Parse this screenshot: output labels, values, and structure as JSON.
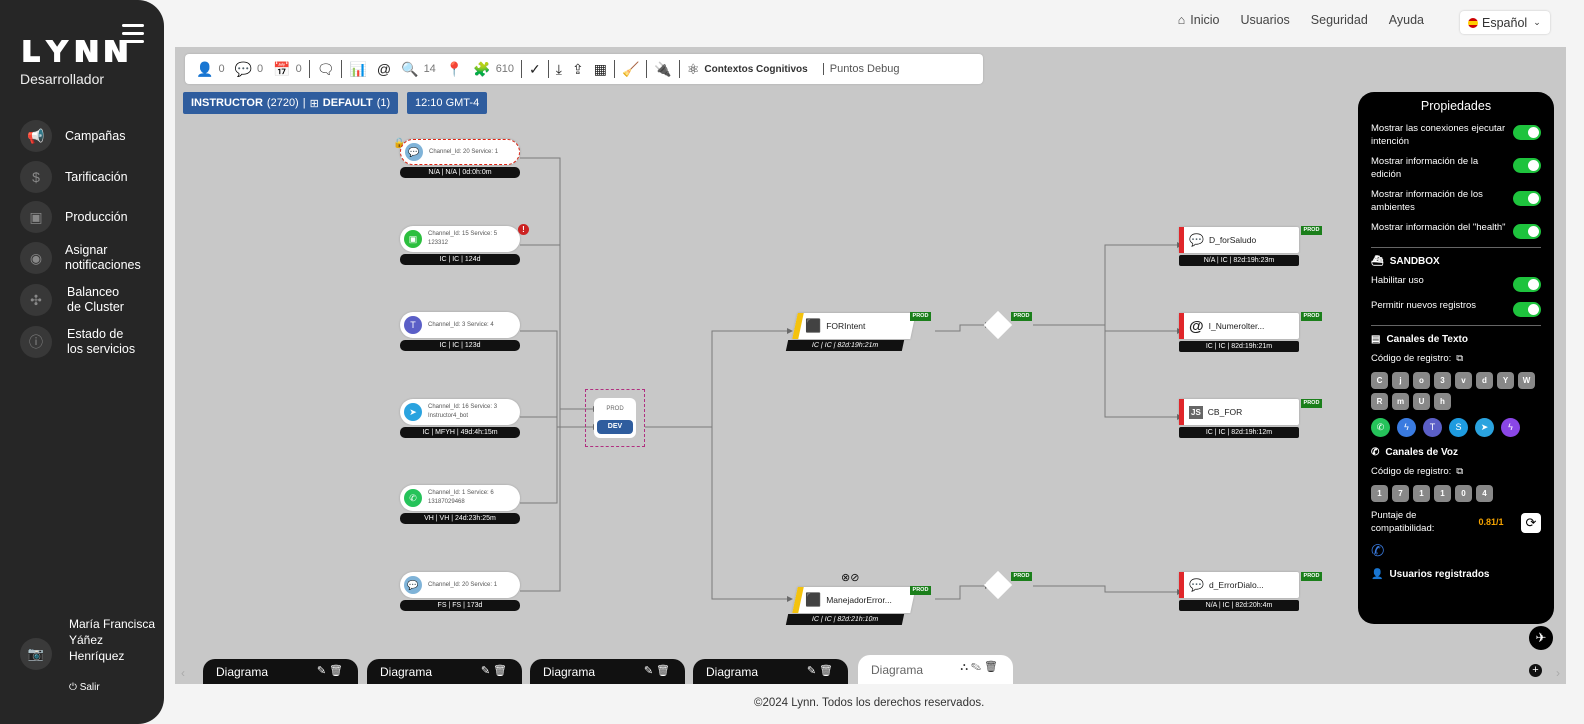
{
  "app": {
    "logo": "LYNN",
    "role": "Desarrollador"
  },
  "sidebar": {
    "items": [
      {
        "label": "Campañas",
        "icon": "megaphone-icon"
      },
      {
        "label": "Tarificación",
        "icon": "dollar-icon"
      },
      {
        "label": "Producción",
        "icon": "briefcase-icon"
      },
      {
        "label": "Asignar notificaciones",
        "icon": "bell-icon"
      },
      {
        "label": "Balanceo de Cluster",
        "icon": "cluster-icon"
      },
      {
        "label": "Estado de los servicios",
        "icon": "info-icon"
      }
    ],
    "user": {
      "name": "María Francisca Yáñez Henríquez",
      "logout": "Salir"
    }
  },
  "header": {
    "nav": [
      "Inicio",
      "Usuarios",
      "Seguridad",
      "Ayuda"
    ],
    "language": "Español"
  },
  "toolbar": {
    "users": "0",
    "messages": "0",
    "calendar": "0",
    "search": "14",
    "puzzle": "610",
    "contexts": "Contextos Cognitivos",
    "debug": "Puntos Debug"
  },
  "badges": {
    "instructor": "INSTRUCTOR",
    "instructor_id": "(2720)",
    "default": "DEFAULT",
    "default_id": "(1)",
    "time": "12:10 GMT-4"
  },
  "channels": [
    {
      "title": "Channel_Id: 20 Service: 1",
      "sub": "",
      "footer": "N/A | N/A | 0d:0h:0m",
      "icon": "chat-bubble-icon",
      "color": "#7fb3d8"
    },
    {
      "title": "Channel_Id: 15 Service: 5",
      "sub": "123312",
      "footer": "IC | IC | 124d",
      "icon": "line-icon",
      "color": "#2cbf3e"
    },
    {
      "title": "Channel_Id: 3 Service: 4",
      "sub": "",
      "footer": "IC | IC | 123d",
      "icon": "teams-icon",
      "color": "#5b5fc7"
    },
    {
      "title": "Channel_Id: 16 Service: 3",
      "sub": "Instructor4_bot",
      "footer": "IC | MFYH | 49d:4h:15m",
      "icon": "telegram-icon",
      "color": "#2aa3df"
    },
    {
      "title": "Channel_Id: 1 Service: 6",
      "sub": "13187029468",
      "footer": "VH | VH | 24d:23h:25m",
      "icon": "whatsapp-icon",
      "color": "#25c35a"
    },
    {
      "title": "Channel_Id: 20 Service: 1",
      "sub": "",
      "footer": "FS | FS | 173d",
      "icon": "chat-bubble-icon",
      "color": "#7fb3d8"
    }
  ],
  "router": {
    "prod": "PROD",
    "dev": "DEV"
  },
  "intents": [
    {
      "label": "FORIntent",
      "footer": "IC | IC | 82d:19h:21m",
      "tag": "PROD"
    },
    {
      "label": "ManejadorError...",
      "footer": "IC | IC | 82d:21h:10m",
      "tag": "PROD"
    }
  ],
  "diamond_tags": [
    "PROD",
    "PROD"
  ],
  "outputs": [
    {
      "label": "D_forSaludo",
      "footer": "N/A | IC | 82d:19h:23m",
      "tag": "PROD",
      "icon": "message-icon",
      "glyph": "💬"
    },
    {
      "label": "I_Numerolter...",
      "footer": "IC | IC | 82d:19h:21m",
      "tag": "PROD",
      "icon": "at-icon",
      "glyph": "@"
    },
    {
      "label": "CB_FOR",
      "footer": "IC | IC | 82d:19h:12m",
      "tag": "PROD",
      "icon": "js-icon",
      "glyph": "JS"
    },
    {
      "label": "d_ErrorDialo...",
      "footer": "N/A | IC | 82d:20h:4m",
      "tag": "PROD",
      "icon": "message-icon",
      "glyph": "💬"
    }
  ],
  "tabs": [
    "Diagrama",
    "Diagrama",
    "Diagrama",
    "Diagrama",
    "Diagrama"
  ],
  "properties": {
    "title": "Propiedades",
    "toggles": [
      "Mostrar las conexiones ejecutar intención",
      "Mostrar información de la edición",
      "Mostrar información de los ambientes",
      "Mostrar información del \"health\""
    ],
    "sandbox": "SANDBOX",
    "sandbox_toggles": [
      "Habilitar uso",
      "Permitir nuevos registros"
    ],
    "text_channels": "Canales de Texto",
    "reg_code": "Código de registro:",
    "text_keys": [
      "C",
      "j",
      "o",
      "3",
      "v",
      "d",
      "Y",
      "W",
      "R",
      "m",
      "U",
      "h"
    ],
    "voice_channels": "Canales de Voz",
    "voice_reg_code": "Código de registro:",
    "voice_keys": [
      "1",
      "7",
      "1",
      "1",
      "0",
      "4"
    ],
    "score_label": "Puntaje de compatibilidad:",
    "score_value": "0.81/1",
    "registered_users": "Usuarios registrados"
  },
  "footer": "©2024 Lynn. Todos los derechos reservados."
}
